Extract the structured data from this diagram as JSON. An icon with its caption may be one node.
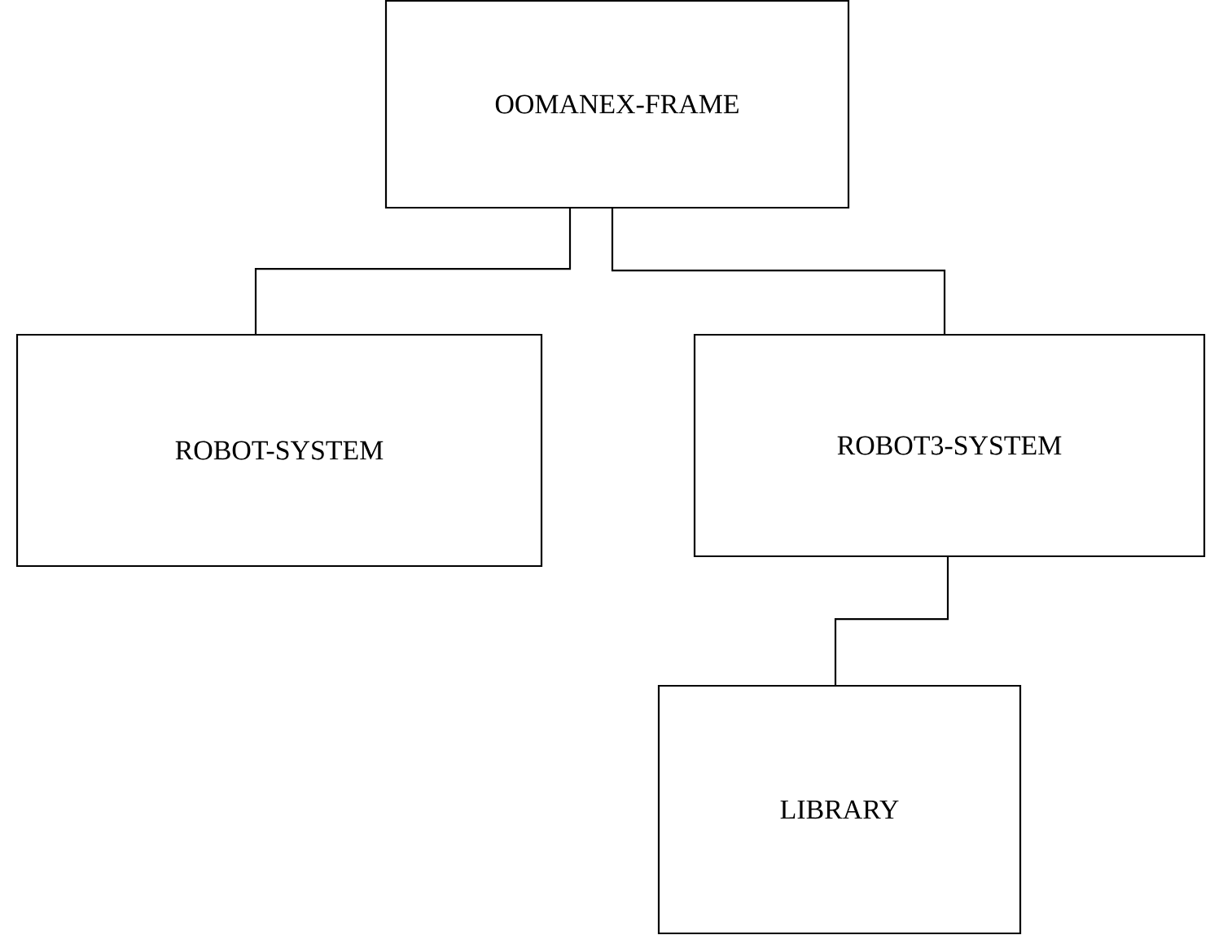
{
  "diagram": {
    "nodes": [
      {
        "text": [
          "OOMANEX-FRAME"
        ]
      },
      {
        "text": [
          "ROBOT-SYSTEM"
        ]
      },
      {
        "text": [
          "ROBOT3-SYSTEM"
        ]
      },
      {
        "text": [
          "LIBRARY"
        ]
      }
    ],
    "edges": [
      {
        "from": 0,
        "to": 1,
        "arrow": "none"
      },
      {
        "from": 0,
        "to": 2,
        "arrow": "none"
      },
      {
        "from": 2,
        "to": 3,
        "arrow": "none"
      }
    ]
  }
}
